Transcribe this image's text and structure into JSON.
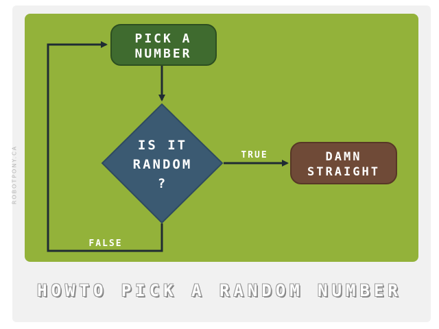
{
  "watermark": "ROBOTPONY.CA",
  "title": "HOWTO PICK A RANDOM NUMBER",
  "nodes": {
    "pick": {
      "line1": "PICK A",
      "line2": "NUMBER"
    },
    "decision": {
      "line1": "IS IT",
      "line2": "RANDOM",
      "line3": "?"
    },
    "result": {
      "line1": "DAMN",
      "line2": "STRAIGHT"
    }
  },
  "edges": {
    "true_label": "TRUE",
    "false_label": "FALSE"
  },
  "colors": {
    "panel": "#93b23a",
    "start_node": "#3f6b2f",
    "decision_node": "#3b5a72",
    "result_node": "#6f4a37",
    "connector": "#1f2b33"
  }
}
